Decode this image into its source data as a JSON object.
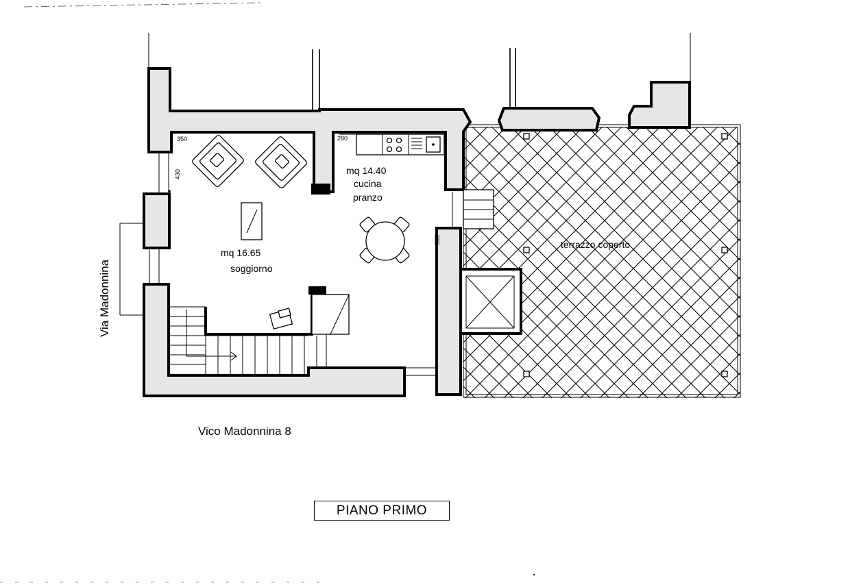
{
  "plan": {
    "title": "PIANO PRIMO",
    "rooms": {
      "kitchen": {
        "area": "mq 14.40",
        "name_line1": "cucina",
        "name_line2": "pranzo"
      },
      "living": {
        "area": "mq 16.65",
        "name": "soggiorno"
      },
      "terrace": {
        "name": "terrazzo coperto"
      }
    },
    "dimensions": {
      "d350": "350",
      "d280": "280",
      "d430": "430",
      "d585": "585"
    },
    "streets": {
      "side": "Via Madonnina",
      "bottom": "Vico Madonnina 8"
    }
  },
  "colors": {
    "wall_fill": "#e6e6e6",
    "line": "#000000"
  }
}
